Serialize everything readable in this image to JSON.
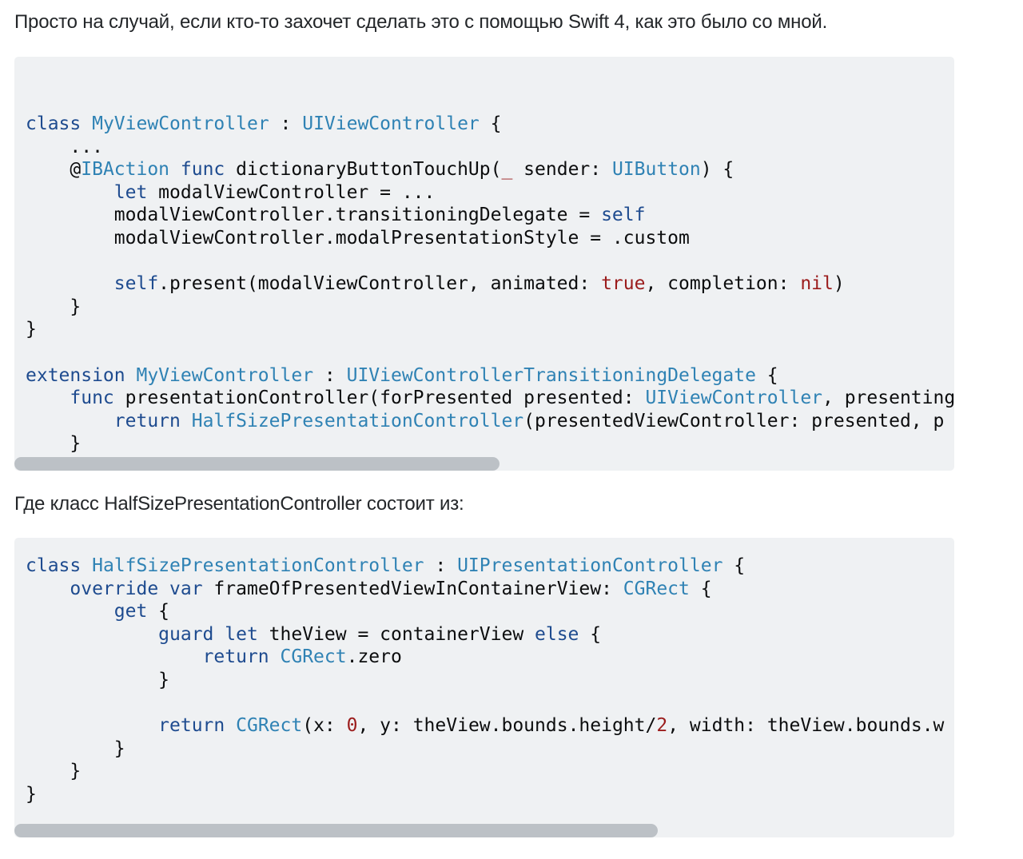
{
  "paragraphs": {
    "intro": "Просто на случай, если кто-то захочет сделать это с помощью Swift 4, как это было со мной.",
    "middle": "Где класс HalfSizePresentationController состоит из:"
  },
  "code_blocks": [
    {
      "lines": [
        [
          [
            "kw",
            "class"
          ],
          [
            "p",
            " "
          ],
          [
            "t",
            "MyViewController"
          ],
          [
            "p",
            " : "
          ],
          [
            "t",
            "UIViewController"
          ],
          [
            "p",
            " {"
          ]
        ],
        [
          [
            "p",
            "    ..."
          ]
        ],
        [
          [
            "p",
            "    @"
          ],
          [
            "t",
            "IBAction"
          ],
          [
            "p",
            " "
          ],
          [
            "kw",
            "func"
          ],
          [
            "p",
            " dictionaryButtonTouchUp("
          ],
          [
            "lit",
            "_"
          ],
          [
            "p",
            " sender: "
          ],
          [
            "t",
            "UIButton"
          ],
          [
            "p",
            ") {"
          ]
        ],
        [
          [
            "p",
            "        "
          ],
          [
            "kw",
            "let"
          ],
          [
            "p",
            " modalViewController = ..."
          ]
        ],
        [
          [
            "p",
            "        modalViewController.transitioningDelegate = "
          ],
          [
            "kw",
            "self"
          ]
        ],
        [
          [
            "p",
            "        modalViewController.modalPresentationStyle = .custom"
          ]
        ],
        [
          [
            "p",
            ""
          ]
        ],
        [
          [
            "p",
            "        "
          ],
          [
            "kw",
            "self"
          ],
          [
            "p",
            ".present(modalViewController, animated: "
          ],
          [
            "lit",
            "true"
          ],
          [
            "p",
            ", completion: "
          ],
          [
            "lit",
            "nil"
          ],
          [
            "p",
            ")"
          ]
        ],
        [
          [
            "p",
            "    }"
          ]
        ],
        [
          [
            "p",
            "}"
          ]
        ],
        [
          [
            "p",
            ""
          ]
        ],
        [
          [
            "kw",
            "extension"
          ],
          [
            "p",
            " "
          ],
          [
            "t",
            "MyViewController"
          ],
          [
            "p",
            " : "
          ],
          [
            "t",
            "UIViewControllerTransitioningDelegate"
          ],
          [
            "p",
            " {"
          ]
        ],
        [
          [
            "p",
            "    "
          ],
          [
            "kw",
            "func"
          ],
          [
            "p",
            " presentationController(forPresented presented: "
          ],
          [
            "t",
            "UIViewController"
          ],
          [
            "p",
            ", presenting"
          ]
        ],
        [
          [
            "p",
            "        "
          ],
          [
            "kw",
            "return"
          ],
          [
            "p",
            " "
          ],
          [
            "t",
            "HalfSizePresentationController"
          ],
          [
            "p",
            "(presentedViewController: presented, p"
          ]
        ],
        [
          [
            "p",
            "    }"
          ]
        ],
        [
          [
            "p",
            "}"
          ]
        ]
      ],
      "scroll_fraction": 0.516
    },
    {
      "lines": [
        [
          [
            "kw",
            "class"
          ],
          [
            "p",
            " "
          ],
          [
            "t",
            "HalfSizePresentationController"
          ],
          [
            "p",
            " : "
          ],
          [
            "t",
            "UIPresentationController"
          ],
          [
            "p",
            " {"
          ]
        ],
        [
          [
            "p",
            "    "
          ],
          [
            "kw",
            "override"
          ],
          [
            "p",
            " "
          ],
          [
            "kw",
            "var"
          ],
          [
            "p",
            " frameOfPresentedViewInContainerView: "
          ],
          [
            "t",
            "CGRect"
          ],
          [
            "p",
            " {"
          ]
        ],
        [
          [
            "p",
            "        "
          ],
          [
            "kw",
            "get"
          ],
          [
            "p",
            " {"
          ]
        ],
        [
          [
            "p",
            "            "
          ],
          [
            "kw",
            "guard"
          ],
          [
            "p",
            " "
          ],
          [
            "kw",
            "let"
          ],
          [
            "p",
            " theView = containerView "
          ],
          [
            "kw",
            "else"
          ],
          [
            "p",
            " {"
          ]
        ],
        [
          [
            "p",
            "                "
          ],
          [
            "kw",
            "return"
          ],
          [
            "p",
            " "
          ],
          [
            "t",
            "CGRect"
          ],
          [
            "p",
            ".zero"
          ]
        ],
        [
          [
            "p",
            "            }"
          ]
        ],
        [
          [
            "p",
            ""
          ]
        ],
        [
          [
            "p",
            "            "
          ],
          [
            "kw",
            "return"
          ],
          [
            "p",
            " "
          ],
          [
            "t",
            "CGRect"
          ],
          [
            "p",
            "(x: "
          ],
          [
            "lit",
            "0"
          ],
          [
            "p",
            ", y: theView.bounds.height/"
          ],
          [
            "lit",
            "2"
          ],
          [
            "p",
            ", width: theView.bounds.w"
          ]
        ],
        [
          [
            "p",
            "        }"
          ]
        ],
        [
          [
            "p",
            "    }"
          ]
        ],
        [
          [
            "p",
            "}"
          ]
        ]
      ],
      "scroll_fraction": 0.685
    }
  ]
}
